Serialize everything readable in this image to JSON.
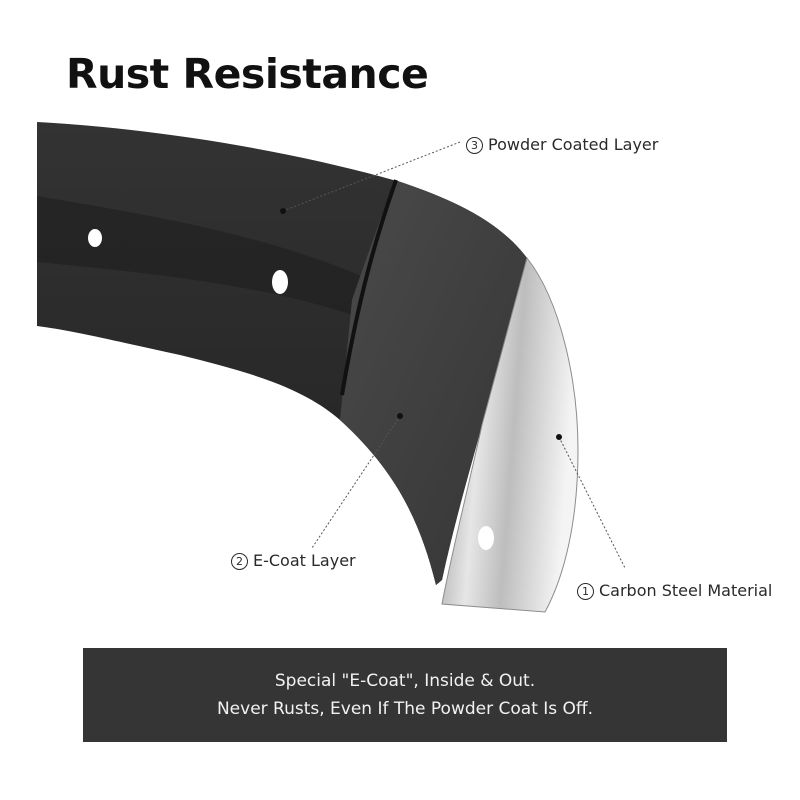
{
  "title": "Rust Resistance",
  "callouts": {
    "powder": {
      "number": "3",
      "label": "Powder Coated Layer"
    },
    "ecoat": {
      "number": "2",
      "label": "E-Coat Layer"
    },
    "steel": {
      "number": "1",
      "label": "Carbon Steel Material"
    }
  },
  "banner": {
    "line1": "Special \"E-Coat\", Inside & Out.",
    "line2": "Never Rusts, Even If The Powder Coat Is Off."
  },
  "colors": {
    "powder_coat": "#2b2b2b",
    "e_coat": "#3f3f3f",
    "steel": "#cfcfcf",
    "banner": "#353535"
  }
}
